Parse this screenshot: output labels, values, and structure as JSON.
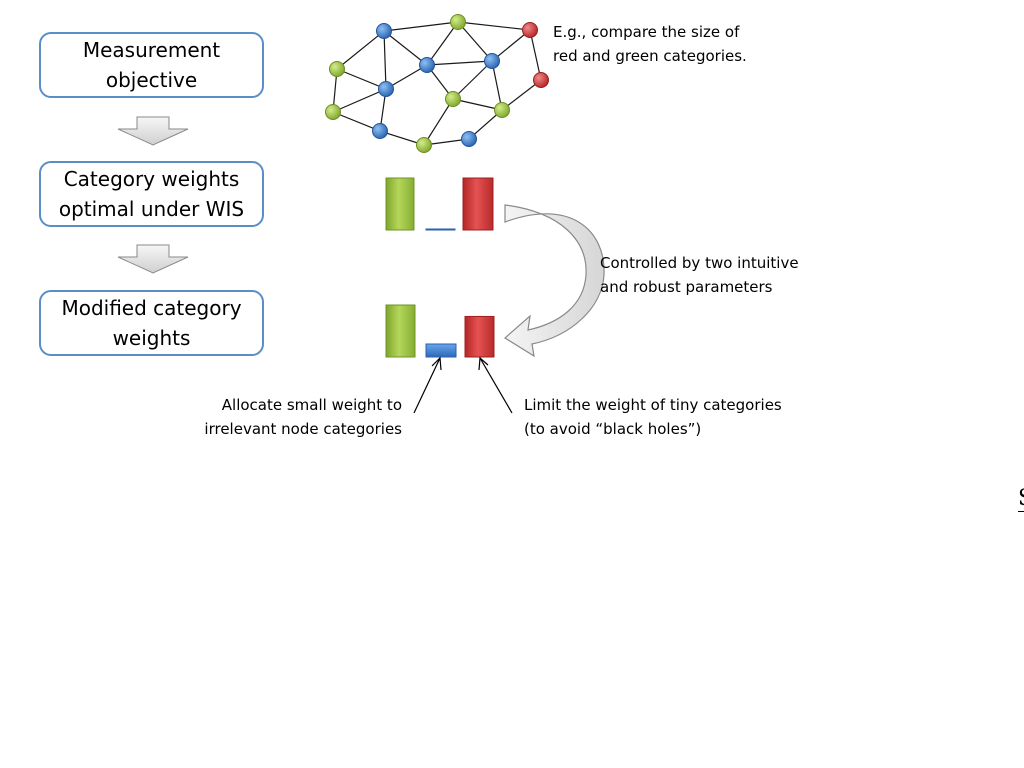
{
  "flow": {
    "step1": [
      "Measurement",
      "objective"
    ],
    "step2": [
      "Category weights",
      "optimal under WIS"
    ],
    "step3": [
      "Modified category",
      "weights"
    ]
  },
  "notes": {
    "compare": [
      "E.g., compare the size of",
      "red and green categories."
    ],
    "controlled": [
      "Controlled by two intuitive",
      "and robust parameters"
    ],
    "allocate": [
      "Allocate small weight to",
      "irrelevant node categories"
    ],
    "limit": [
      "Limit the weight of tiny categories",
      "(to avoid “black holes”)"
    ]
  },
  "edge_glyph": "S",
  "colors": {
    "green": "#9bc23c",
    "blue": "#3d7fd0",
    "red": "#d23a3a",
    "box_border": "#5a8ec6",
    "arrow_fill": "#e6e6e6",
    "arrow_stroke": "#8a8a8a"
  },
  "graph": {
    "nodes": [
      {
        "id": "n1",
        "color": "green"
      },
      {
        "id": "n2",
        "color": "blue"
      },
      {
        "id": "n3",
        "color": "green"
      },
      {
        "id": "n4",
        "color": "red"
      },
      {
        "id": "n5",
        "color": "green"
      },
      {
        "id": "n6",
        "color": "blue"
      },
      {
        "id": "n7",
        "color": "blue"
      },
      {
        "id": "n8",
        "color": "blue"
      },
      {
        "id": "n9",
        "color": "red"
      },
      {
        "id": "n10",
        "color": "green"
      },
      {
        "id": "n11",
        "color": "green"
      },
      {
        "id": "n12",
        "color": "green"
      },
      {
        "id": "n13",
        "color": "blue"
      },
      {
        "id": "n14",
        "color": "green"
      },
      {
        "id": "n15",
        "color": "blue"
      }
    ]
  },
  "weights": {
    "optimal": {
      "green": 1.0,
      "blue": 0.0,
      "red": 1.0
    },
    "modified": {
      "green": 1.0,
      "blue": 0.25,
      "red": 0.78
    }
  }
}
